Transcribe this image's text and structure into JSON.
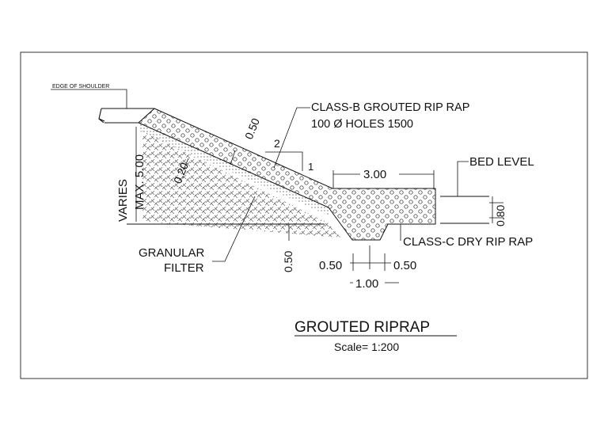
{
  "callouts": {
    "edge_of_shoulder": "EDGE OF SHOULDER",
    "class_b": "CLASS-B GROUTED RIP RAP",
    "holes": "100 Ø HOLES 1500",
    "bed_level": "BED LEVEL",
    "class_c": "CLASS-C DRY RIP RAP",
    "granular_1": "GRANULAR",
    "granular_2": "FILTER"
  },
  "dimensions": {
    "varies": "VARIES",
    "max": "MAX. 5.00",
    "layer_050": "0.50",
    "layer_020": "0.20",
    "slope_h": "2",
    "slope_v": "1",
    "width_300": "3.00",
    "depth_080": "0.80",
    "toe_050": "0.50",
    "left_050": "0.50",
    "right_050": "0.50",
    "bottom_100": "1.00"
  },
  "title": {
    "main": "GROUTED RIPRAP",
    "scale": "Scale= 1:200"
  }
}
